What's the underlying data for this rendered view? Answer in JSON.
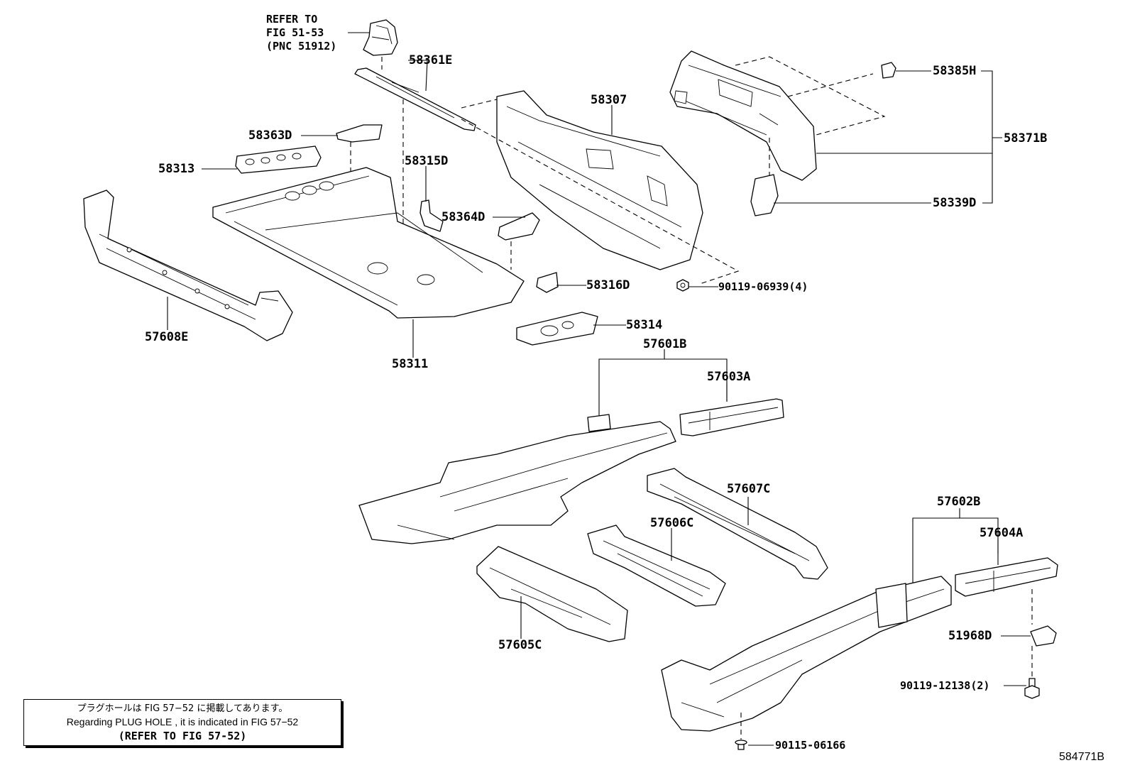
{
  "refer_note": {
    "line1": "REFER TO",
    "line2": "FIG 51-53",
    "line3": "(PNC 51912)"
  },
  "parts": {
    "p58361E": "58361E",
    "p58307": "58307",
    "p58385H": "58385H",
    "p58371B": "58371B",
    "p58339D": "58339D",
    "p58363D": "58363D",
    "p58313": "58313",
    "p58315D": "58315D",
    "p58364D": "58364D",
    "p58316D": "58316D",
    "p90119_06939": "90119-06939(4)",
    "p58314": "58314",
    "p57608E": "57608E",
    "p58311": "58311",
    "p57601B": "57601B",
    "p57603A": "57603A",
    "p57607C": "57607C",
    "p57606C": "57606C",
    "p57602B": "57602B",
    "p57604A": "57604A",
    "p57605C": "57605C",
    "p51968D": "51968D",
    "p90119_12138": "90119-12138(2)",
    "p90115_06166": "90115-06166"
  },
  "note": {
    "japanese": "プラグホールは FIG 57−52 に掲載してあります。",
    "english": "Regarding PLUG HOLE , it is indicated in FIG 57−52",
    "refer": "(REFER TO FIG 57-52)"
  },
  "diagram_id": "584771B"
}
